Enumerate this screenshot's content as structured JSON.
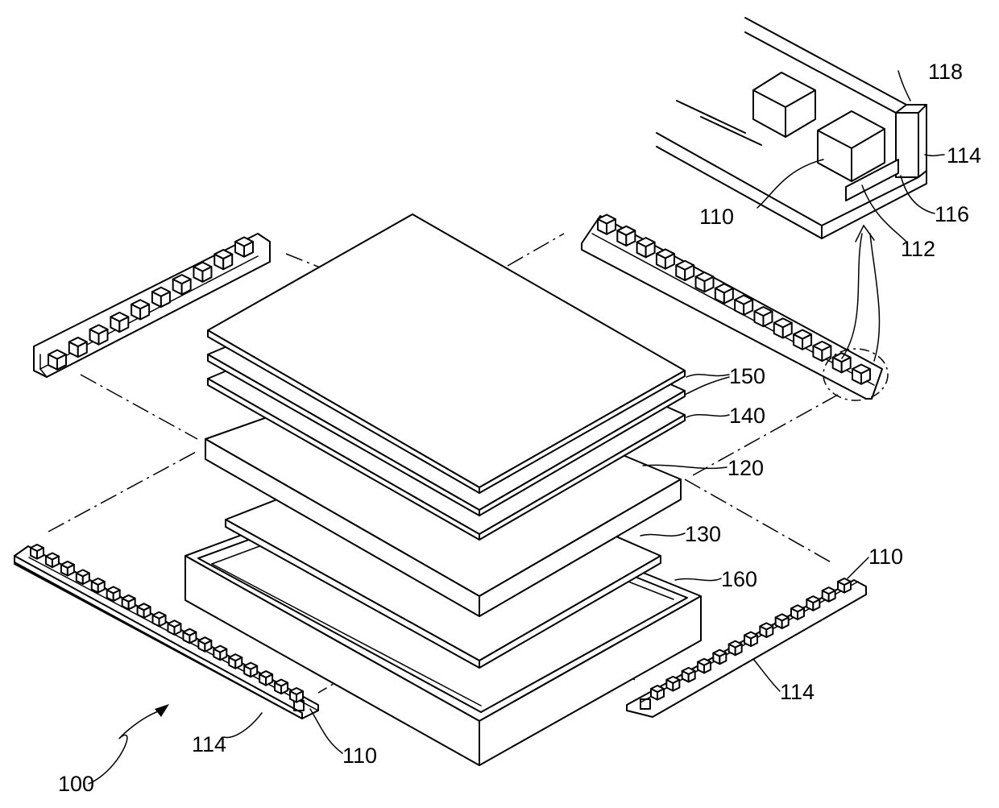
{
  "labels": {
    "l150": "150",
    "l140": "140",
    "l120": "120",
    "l130": "130",
    "l160": "160",
    "l110_right": "110",
    "l114_right": "114",
    "l114_left": "114",
    "l110_left": "110",
    "l100": "100",
    "l118": "118",
    "l114_detail": "114",
    "l116": "116",
    "l110_detail": "110",
    "l112": "112"
  }
}
